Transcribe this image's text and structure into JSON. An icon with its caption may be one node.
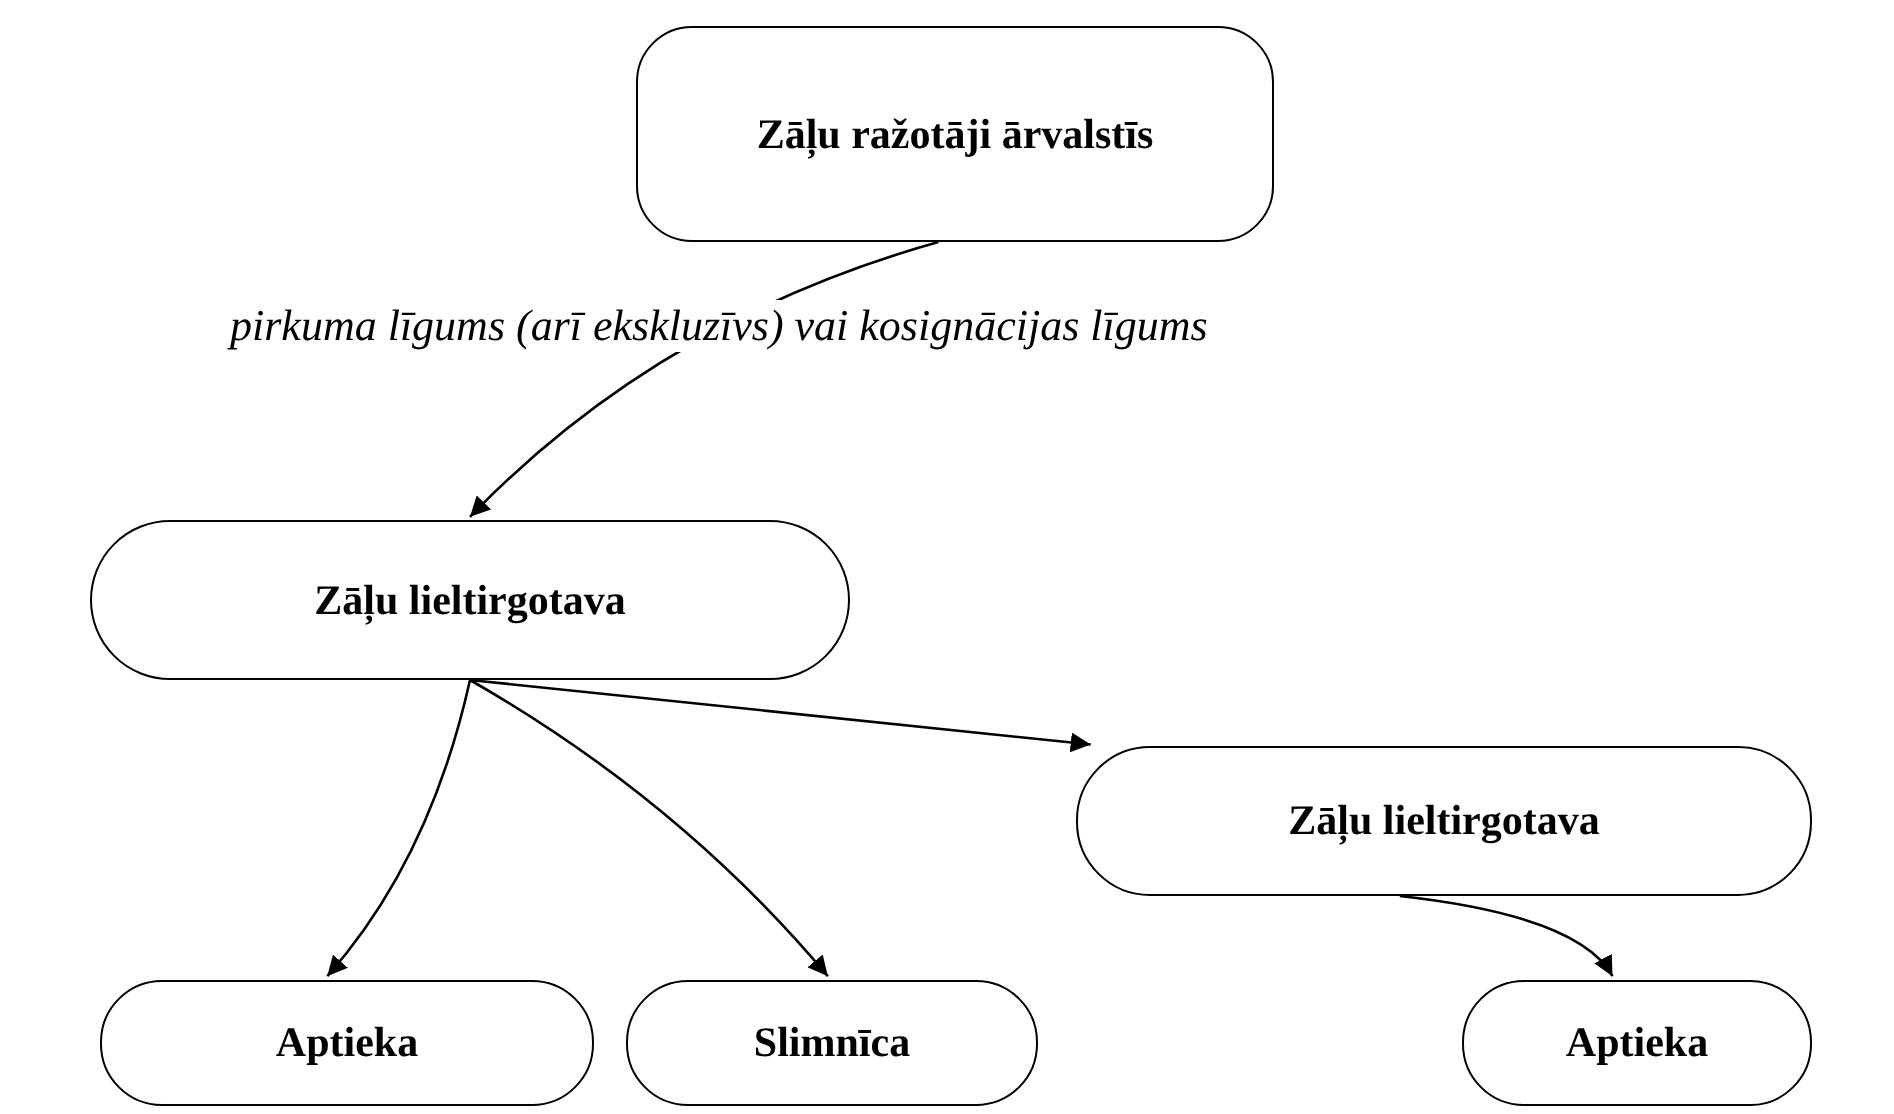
{
  "diagram": {
    "nodes": [
      {
        "text": [
          "Zāļu ražotāji ārvalstīs"
        ]
      },
      {
        "text": [
          "Zāļu lieltirgotava"
        ]
      },
      {
        "text": [
          "Zāļu lieltirgotava"
        ]
      },
      {
        "text": [
          "Aptieka"
        ]
      },
      {
        "text": [
          "Slimnīca"
        ]
      },
      {
        "text": [
          "Aptieka"
        ]
      }
    ],
    "edges": [
      {
        "from": 0,
        "to": 1,
        "arrow": "to",
        "label": "pirkuma līgums (arī ekskluzīvs) vai kosignācijas līgums"
      },
      {
        "from": 1,
        "to": 3,
        "arrow": "to"
      },
      {
        "from": 1,
        "to": 4,
        "arrow": "to"
      },
      {
        "from": 1,
        "to": 2,
        "arrow": "to"
      },
      {
        "from": 2,
        "to": 5,
        "arrow": "to"
      }
    ]
  }
}
